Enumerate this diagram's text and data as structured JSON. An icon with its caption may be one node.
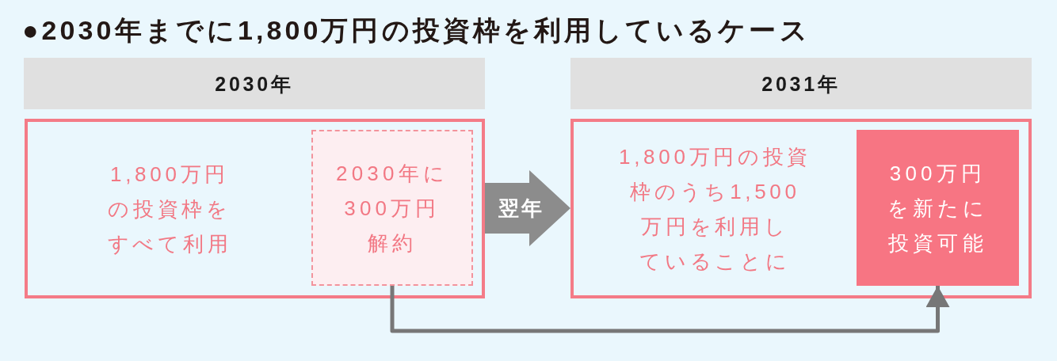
{
  "diagram": {
    "title": "●2030年までに1,800万円の投資枠を利用しているケース",
    "nodes": [
      {
        "text": [
          "2030年"
        ]
      },
      {
        "text": [
          "2031年"
        ]
      },
      {
        "text": [
          "1,800万円の投資枠をすべて利用"
        ]
      },
      {
        "text": [
          "2030年に300万円解約"
        ],
        "in": 2
      },
      {
        "text": [
          "1,800万円の投資枠のうち1,500万円を利用していることに"
        ]
      },
      {
        "text": [
          "300万円を新たに投資可能"
        ],
        "in": 4
      }
    ],
    "edges": [
      {
        "from": 2,
        "to": 4,
        "arrow": "to",
        "label": "翌年",
        "style": "thick"
      },
      {
        "from": 3,
        "to": 5,
        "arrow": "to"
      }
    ]
  }
}
